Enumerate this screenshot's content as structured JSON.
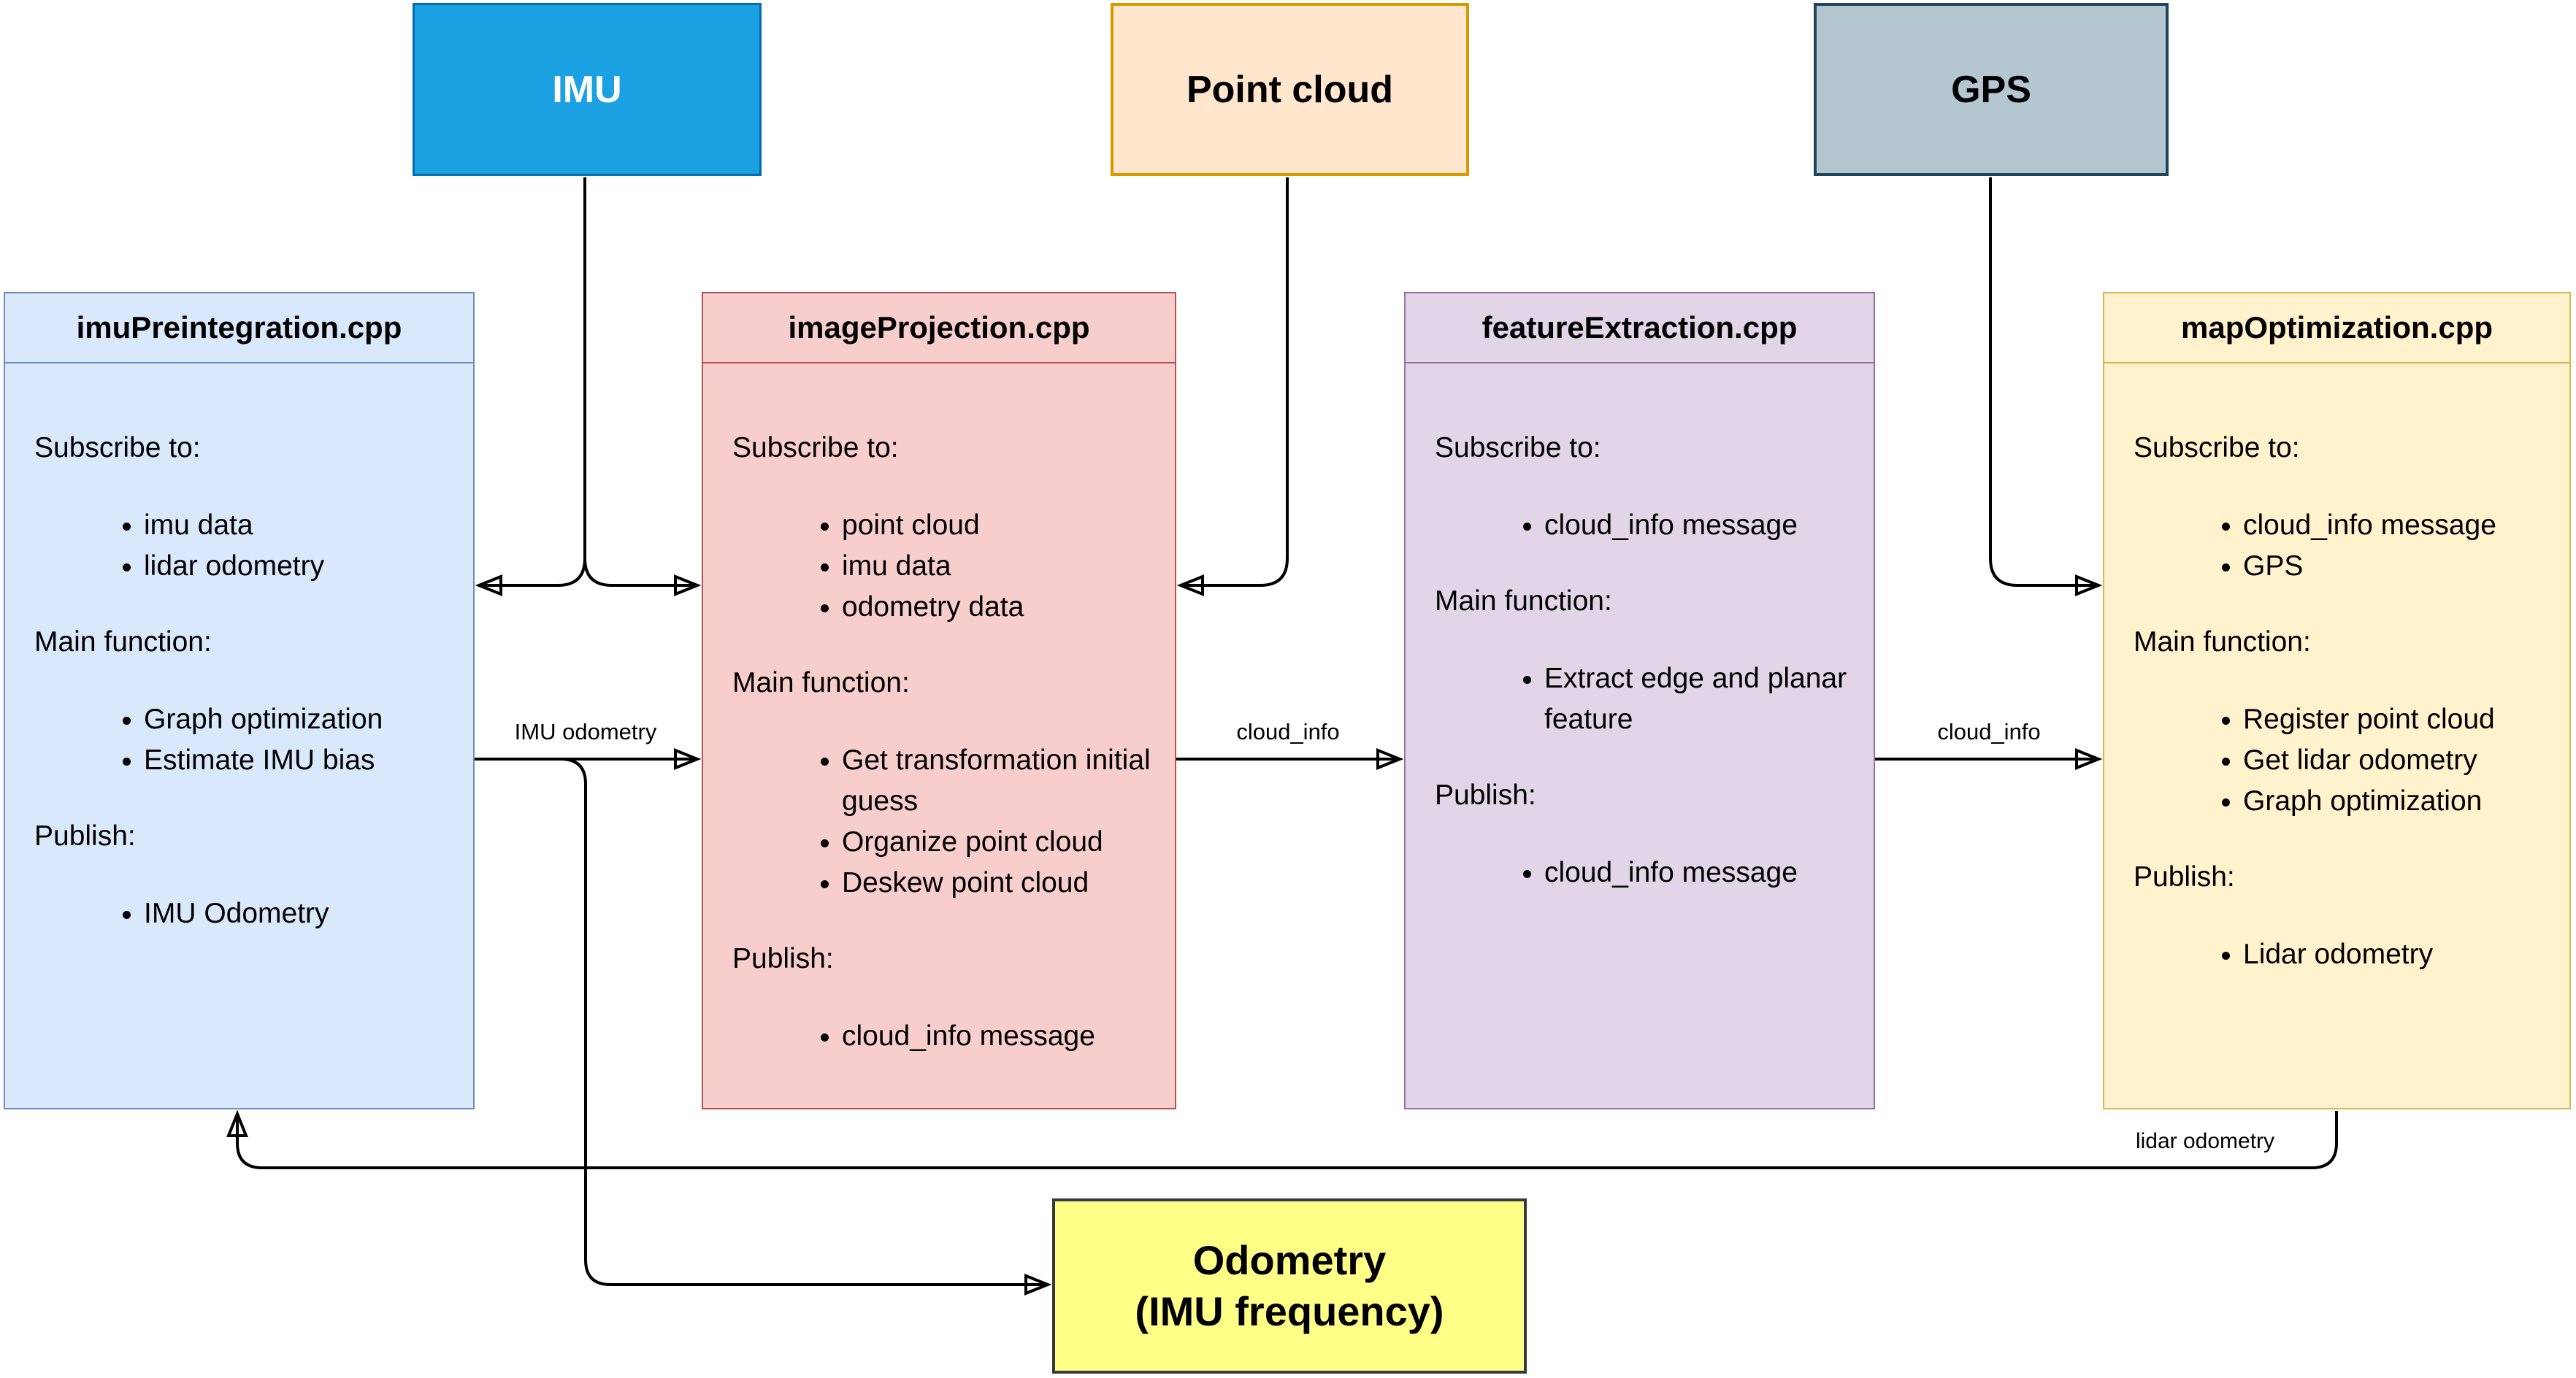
{
  "sources": {
    "imu": {
      "label": "IMU",
      "fill": "#1ba1e2",
      "border": "#006eaf"
    },
    "point_cloud": {
      "label": "Point cloud",
      "fill": "#ffe6cc",
      "border": "#d79b00"
    },
    "gps": {
      "label": "GPS",
      "fill": "#b4c6d0",
      "border": "#23445d"
    }
  },
  "section_headers": {
    "subscribe": "Subscribe to:",
    "main": "Main function:",
    "publish": "Publish:"
  },
  "modules": [
    {
      "title": "imuPreintegration.cpp",
      "fill": "#dae8fc",
      "border": "#6c8ebf",
      "subscribe": [
        "imu data",
        "lidar odometry"
      ],
      "main": [
        "Graph optimization",
        "Estimate IMU bias"
      ],
      "publish": [
        "IMU Odometry"
      ]
    },
    {
      "title": "imageProjection.cpp",
      "fill": "#f8cecc",
      "border": "#b85450",
      "subscribe": [
        "point cloud",
        "imu data",
        "odometry data"
      ],
      "main": [
        "Get transformation initial guess",
        "Organize point cloud",
        "Deskew point cloud"
      ],
      "publish": [
        "cloud_info message"
      ]
    },
    {
      "title": "featureExtraction.cpp",
      "fill": "#e1d5e7",
      "border": "#9673a6",
      "subscribe": [
        "cloud_info message"
      ],
      "main": [
        "Extract edge and planar feature"
      ],
      "publish": [
        "cloud_info message"
      ]
    },
    {
      "title": "mapOptimization.cpp",
      "fill": "#fff2cc",
      "border": "#d6b656",
      "subscribe": [
        "cloud_info message",
        "GPS"
      ],
      "main": [
        "Register point cloud",
        "Get lidar odometry",
        "Graph optimization"
      ],
      "publish": [
        "Lidar odometry"
      ]
    }
  ],
  "sink": {
    "label_line1": "Odometry",
    "label_line2": "(IMU frequency)",
    "fill": "#ffff88",
    "border": "#36393d"
  },
  "edge_labels": {
    "imu_odometry": "IMU odometry",
    "cloud_info_1": "cloud_info",
    "cloud_info_2": "cloud_info",
    "lidar_odometry": "lidar odometry"
  }
}
